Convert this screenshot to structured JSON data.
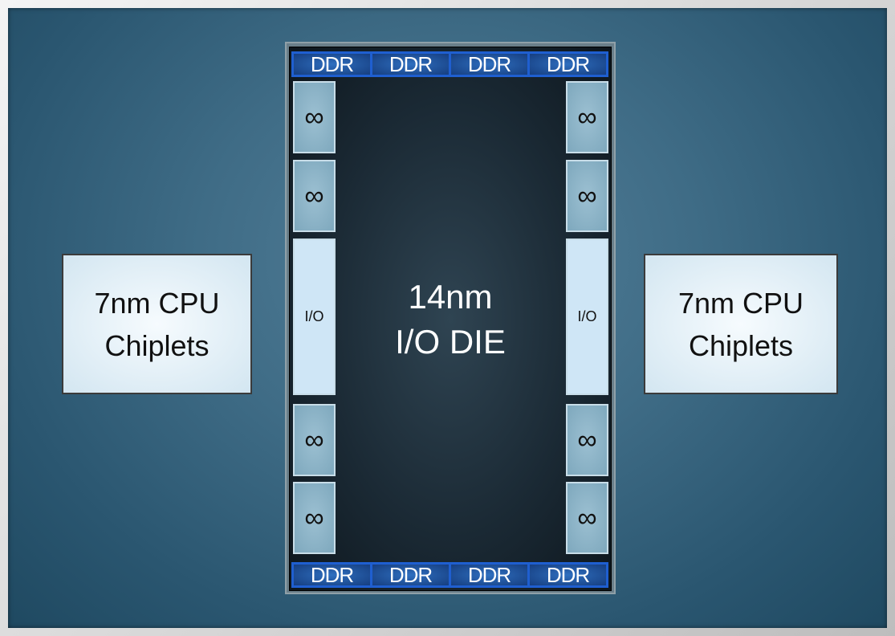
{
  "die": {
    "line1": "14nm",
    "line2": "I/O DIE"
  },
  "ddr_top": [
    "DDR",
    "DDR",
    "DDR",
    "DDR"
  ],
  "ddr_bottom": [
    "DDR",
    "DDR",
    "DDR",
    "DDR"
  ],
  "infinity_label": "∞",
  "io_label": "I/O",
  "chiplet_left": {
    "line1": "7nm CPU",
    "line2": "Chiplets"
  },
  "chiplet_right": {
    "line1": "7nm CPU",
    "line2": "Chiplets"
  }
}
